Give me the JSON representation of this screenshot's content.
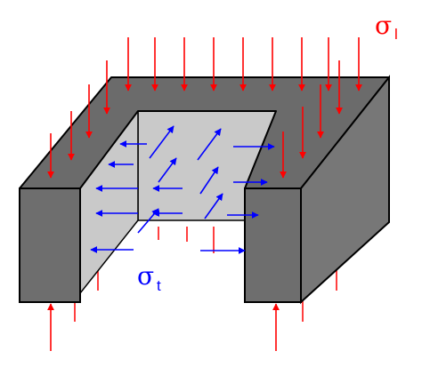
{
  "labels": {
    "sigma_l_symbol": "σ",
    "sigma_l_subscript": "l",
    "sigma_t_symbol": "σ",
    "sigma_t_subscript": "t"
  },
  "colors": {
    "red_arrow": "#ff0000",
    "blue_arrow": "#0000ff",
    "top_face": "#6b6b6b",
    "front_face": "#6e6e6e",
    "right_side_face": "#777777",
    "inner_wall": "#c9c9c9",
    "outline": "#000000"
  }
}
